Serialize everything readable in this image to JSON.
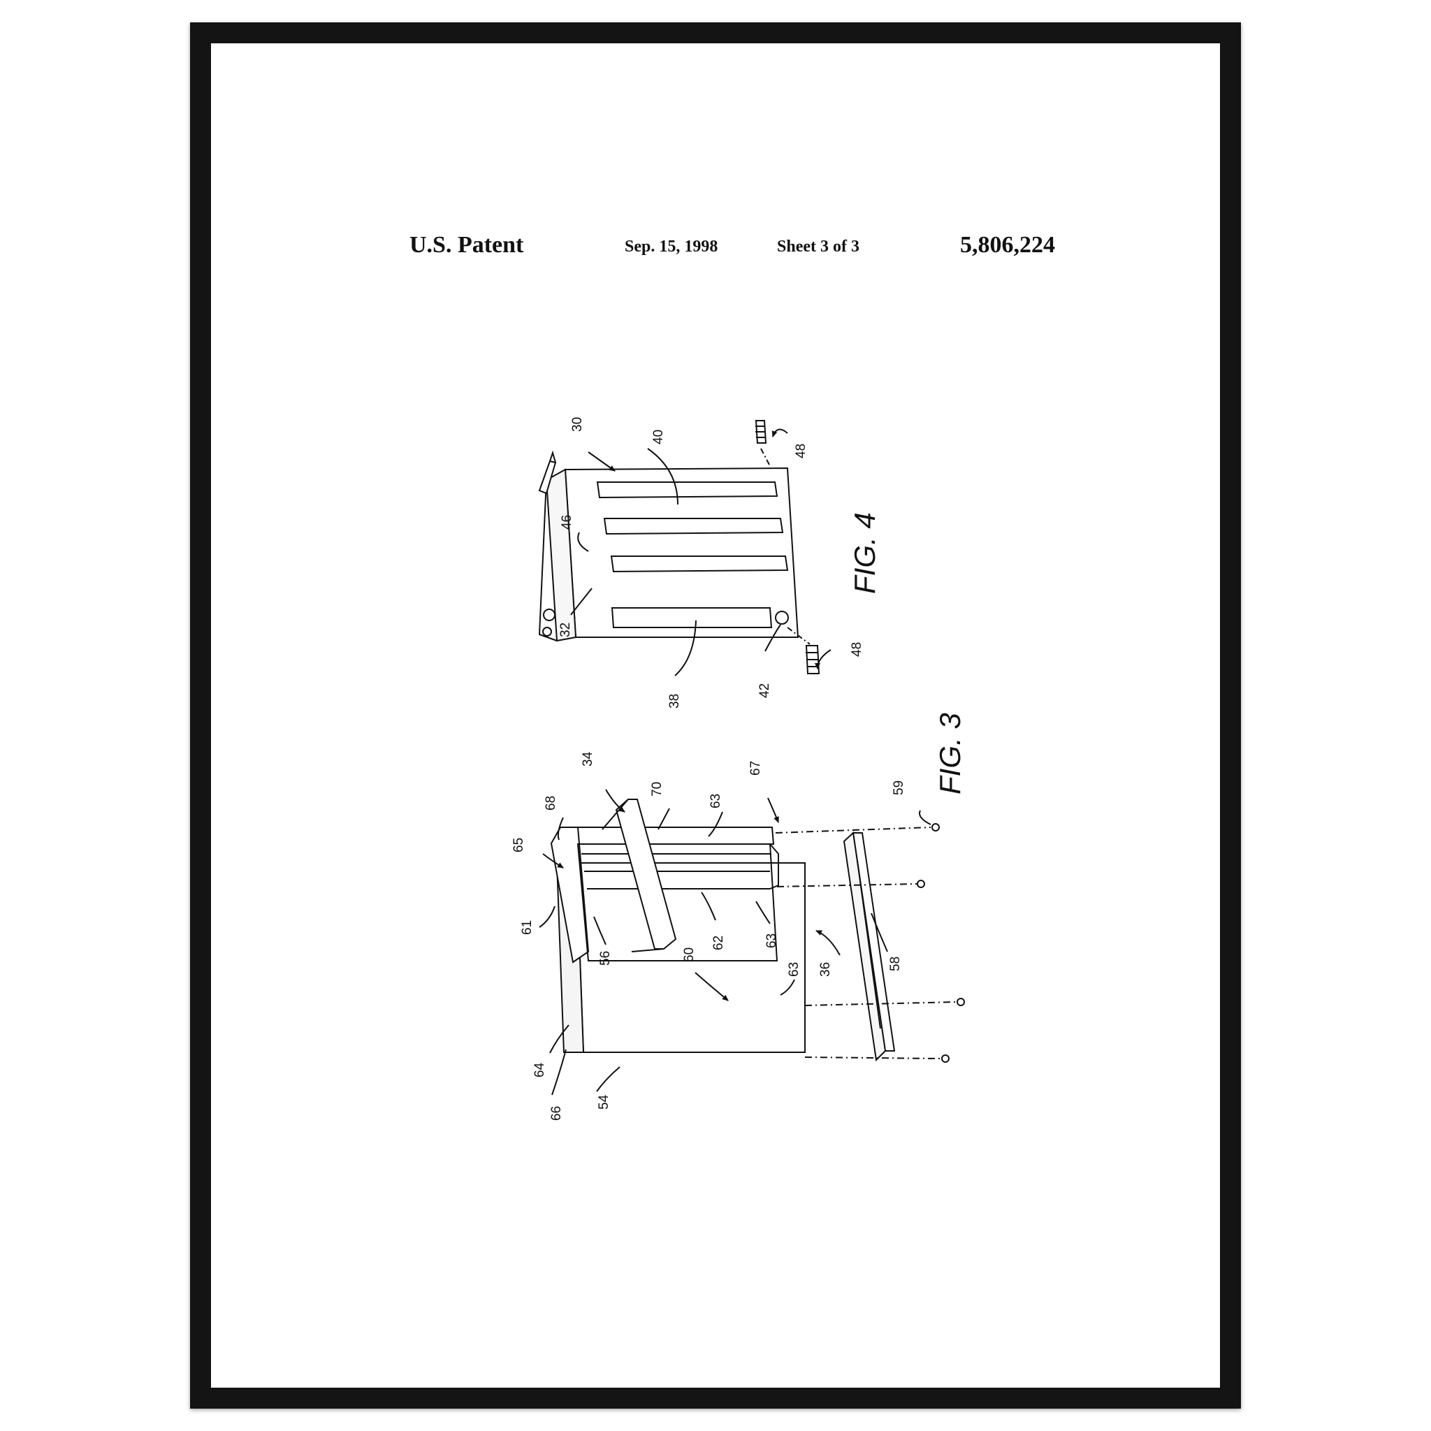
{
  "header": {
    "patent_label": "U.S. Patent",
    "date": "Sep. 15, 1998",
    "sheet": "Sheet 3 of 3",
    "patent_number": "5,806,224"
  },
  "figures": {
    "fig4_label": "FIG. 4",
    "fig3_label": "FIG. 3"
  },
  "reference_numerals": {
    "r30": "30",
    "r40": "40",
    "r48a": "48",
    "r46": "46",
    "r32": "32",
    "r38": "38",
    "r42": "42",
    "r48b": "48",
    "r34": "34",
    "r70": "70",
    "r63a": "63",
    "r67": "67",
    "r68": "68",
    "r65": "65",
    "r61": "61",
    "r56": "56",
    "r62": "62",
    "r63b": "63",
    "r60": "60",
    "r63c": "63",
    "r36": "36",
    "r58": "58",
    "r59": "59",
    "r64": "64",
    "r66": "66",
    "r54": "54"
  }
}
